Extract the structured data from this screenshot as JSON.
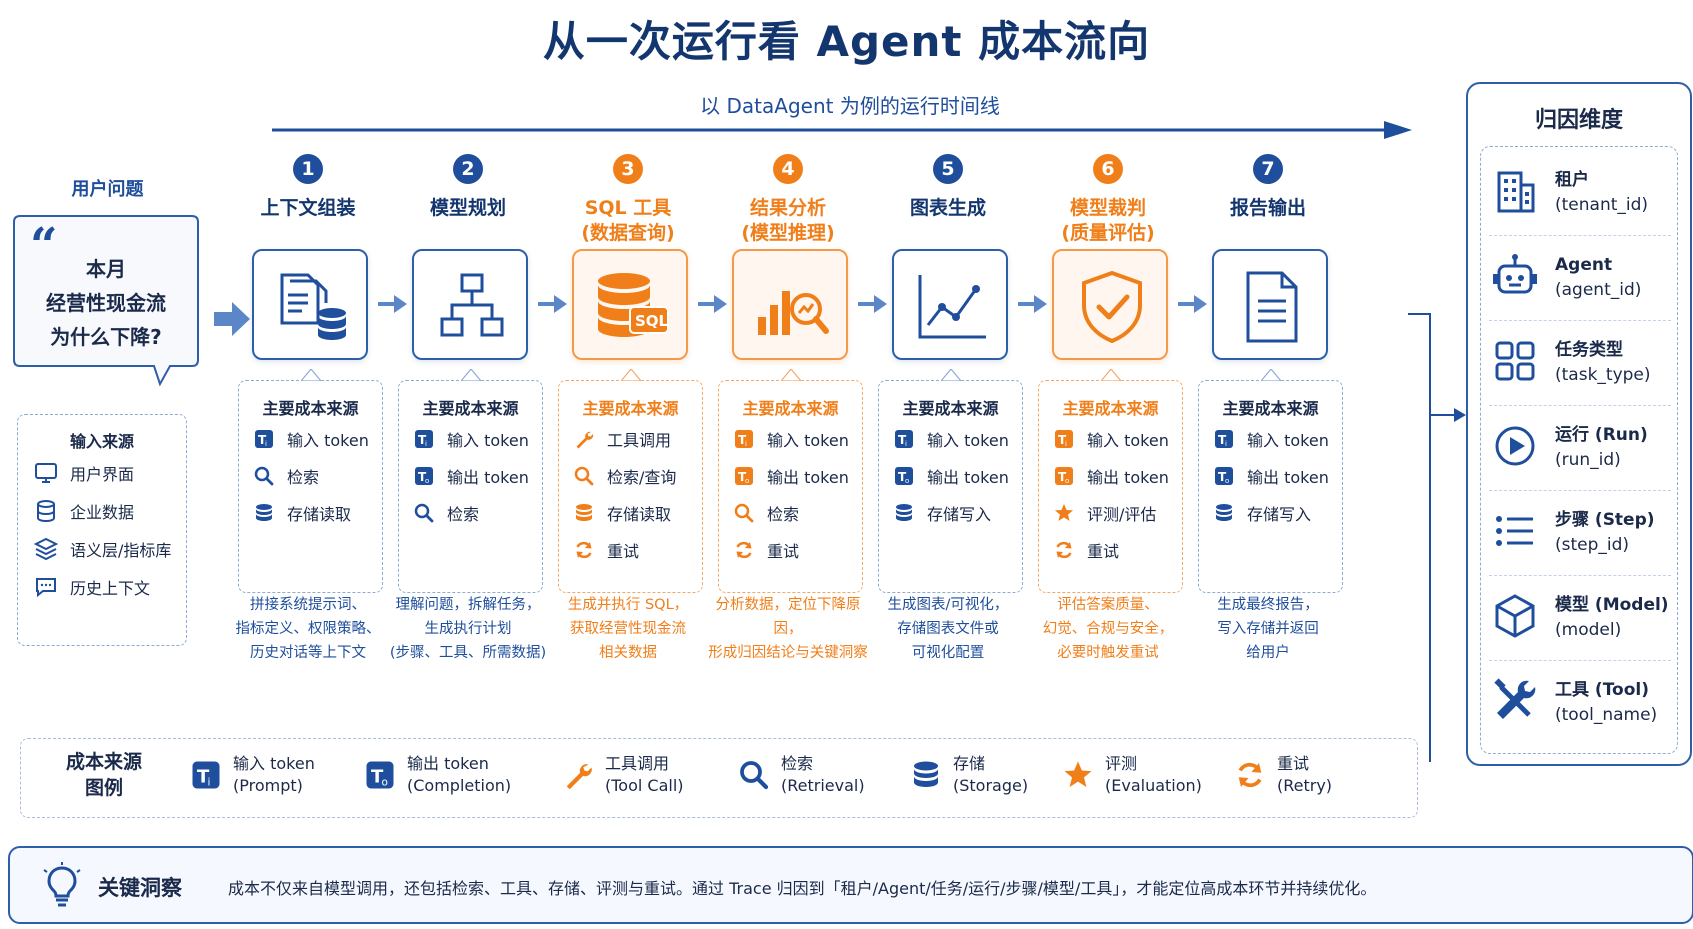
{
  "title": "从一次运行看 Agent 成本流向",
  "subtitle": "以 DataAgent 为例的运行时间线",
  "question": {
    "label": "用户问题",
    "line1": "本月",
    "line2": "经营性现金流",
    "line3": "为什么下降?"
  },
  "inputs": {
    "title": "输入来源",
    "items": [
      {
        "icon": "monitor-icon",
        "label": "用户界面"
      },
      {
        "icon": "database-icon",
        "label": "企业数据"
      },
      {
        "icon": "layers-icon",
        "label": "语义层/指标库"
      },
      {
        "icon": "chat-icon",
        "label": "历史上下文"
      }
    ]
  },
  "steps": [
    {
      "num": "1",
      "title1": "上下文组装",
      "title2": "",
      "accent": "blue",
      "icon": "document-database-icon",
      "src_title": "主要成本来源",
      "sources": [
        {
          "icon": "input-token",
          "label": "输入 token"
        },
        {
          "icon": "search",
          "label": "检索"
        },
        {
          "icon": "storage",
          "label": "存储读取"
        }
      ],
      "desc": [
        "拼接系统提示词、",
        "指标定义、权限策略、",
        "历史对话等上下文"
      ]
    },
    {
      "num": "2",
      "title1": "模型规划",
      "title2": "",
      "accent": "blue",
      "icon": "hierarchy-icon",
      "src_title": "主要成本来源",
      "sources": [
        {
          "icon": "input-token",
          "label": "输入 token"
        },
        {
          "icon": "output-token",
          "label": "输出 token"
        },
        {
          "icon": "search",
          "label": "检索"
        }
      ],
      "desc": [
        "理解问题，拆解任务，",
        "生成执行计划",
        "(步骤、工具、所需数据)"
      ]
    },
    {
      "num": "3",
      "title1": "SQL 工具",
      "title2": "(数据查询)",
      "accent": "orange",
      "icon": "sql-database-icon",
      "src_title": "主要成本来源",
      "sources": [
        {
          "icon": "tool",
          "label": "工具调用"
        },
        {
          "icon": "search",
          "label": "检索/查询"
        },
        {
          "icon": "storage",
          "label": "存储读取"
        },
        {
          "icon": "retry",
          "label": "重试"
        }
      ],
      "desc": [
        "生成并执行 SQL，",
        "获取经营性现金流",
        "相关数据"
      ]
    },
    {
      "num": "4",
      "title1": "结果分析",
      "title2": "(模型推理)",
      "accent": "orange",
      "icon": "chart-magnifier-icon",
      "src_title": "主要成本来源",
      "sources": [
        {
          "icon": "input-token",
          "label": "输入 token"
        },
        {
          "icon": "output-token",
          "label": "输出 token"
        },
        {
          "icon": "search",
          "label": "检索"
        },
        {
          "icon": "retry",
          "label": "重试"
        }
      ],
      "desc": [
        "分析数据，定位下降原因，",
        "形成归因结论与关键洞察",
        ""
      ]
    },
    {
      "num": "5",
      "title1": "图表生成",
      "title2": "",
      "accent": "blue",
      "icon": "line-chart-icon",
      "src_title": "主要成本来源",
      "sources": [
        {
          "icon": "input-token",
          "label": "输入 token"
        },
        {
          "icon": "output-token",
          "label": "输出 token"
        },
        {
          "icon": "storage",
          "label": "存储写入"
        }
      ],
      "desc": [
        "生成图表/可视化，",
        "存储图表文件或",
        "可视化配置"
      ]
    },
    {
      "num": "6",
      "title1": "模型裁判",
      "title2": "(质量评估)",
      "accent": "orange",
      "icon": "shield-check-icon",
      "src_title": "主要成本来源",
      "sources": [
        {
          "icon": "input-token",
          "label": "输入 token"
        },
        {
          "icon": "output-token",
          "label": "输出 token"
        },
        {
          "icon": "star",
          "label": "评测/评估"
        },
        {
          "icon": "retry",
          "label": "重试"
        }
      ],
      "desc": [
        "评估答案质量、",
        "幻觉、合规与安全，",
        "必要时触发重试"
      ]
    },
    {
      "num": "7",
      "title1": "报告输出",
      "title2": "",
      "accent": "blue",
      "icon": "report-document-icon",
      "src_title": "主要成本来源",
      "sources": [
        {
          "icon": "input-token",
          "label": "输入 token"
        },
        {
          "icon": "output-token",
          "label": "输出 token"
        },
        {
          "icon": "storage",
          "label": "存储写入"
        }
      ],
      "desc": [
        "生成最终报告，",
        "写入存储并返回",
        "给用户"
      ]
    }
  ],
  "legend": {
    "title1": "成本来源",
    "title2": "图例",
    "items": [
      {
        "icon": "input-token-icon",
        "name": "输入 token",
        "sub": "(Prompt)"
      },
      {
        "icon": "output-token-icon",
        "name": "输出 token",
        "sub": "(Completion)"
      },
      {
        "icon": "wrench-icon",
        "name": "工具调用",
        "sub": "(Tool Call)"
      },
      {
        "icon": "search-icon",
        "name": "检索",
        "sub": "(Retrieval)"
      },
      {
        "icon": "storage-icon",
        "name": "存储",
        "sub": "(Storage)"
      },
      {
        "icon": "star-icon",
        "name": "评测",
        "sub": "(Evaluation)"
      },
      {
        "icon": "retry-icon",
        "name": "重试",
        "sub": "(Retry)"
      }
    ]
  },
  "insight": {
    "title": "关键洞察",
    "text": "成本不仅来自模型调用，还包括检索、工具、存储、评测与重试。通过 Trace 归因到「租户/Agent/任务/运行/步骤/模型/工具」，才能定位高成本环节并持续优化。"
  },
  "attribution": {
    "title": "归因维度",
    "items": [
      {
        "icon": "building-icon",
        "name": "租户",
        "key": "(tenant_id)"
      },
      {
        "icon": "robot-icon",
        "name": "Agent",
        "key": "(agent_id)"
      },
      {
        "icon": "grid-icon",
        "name": "任务类型",
        "key": "(task_type)"
      },
      {
        "icon": "play-icon",
        "name": "运行 (Run)",
        "key": "(run_id)"
      },
      {
        "icon": "list-icon",
        "name": "步骤 (Step)",
        "key": "(step_id)"
      },
      {
        "icon": "cube-icon",
        "name": "模型 (Model)",
        "key": "(model)"
      },
      {
        "icon": "tools-icon",
        "name": "工具 (Tool)",
        "key": "(tool_name)"
      }
    ]
  },
  "colors": {
    "blue": "#1f4e9c",
    "orange": "#f07f1a",
    "navy": "#14366f"
  }
}
